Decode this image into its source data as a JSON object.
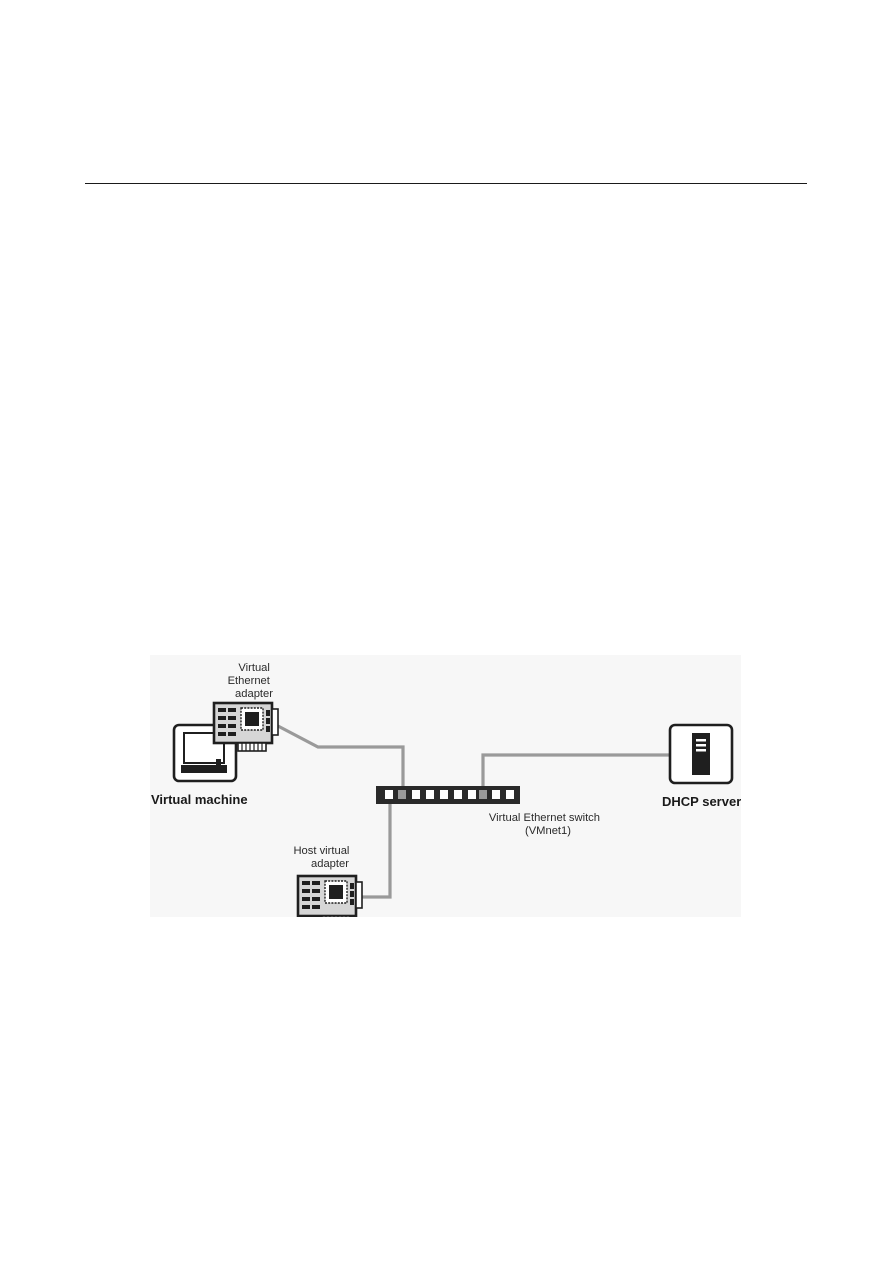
{
  "diagram": {
    "nodes": {
      "virtual_ethernet_adapter": {
        "label_lines": [
          "Virtual",
          "Ethernet",
          "adapter"
        ]
      },
      "virtual_machine": {
        "label": "Virtual machine"
      },
      "virtual_switch": {
        "label_lines": [
          "Virtual Ethernet switch",
          "(VMnet1)"
        ]
      },
      "host_virtual_adapter": {
        "label_lines": [
          "Host virtual",
          "adapter"
        ]
      },
      "dhcp_server": {
        "label": "DHCP server"
      }
    },
    "edges": [
      {
        "from": "virtual_ethernet_adapter",
        "to": "virtual_switch"
      },
      {
        "from": "host_virtual_adapter",
        "to": "virtual_switch"
      },
      {
        "from": "dhcp_server",
        "to": "virtual_switch"
      }
    ],
    "colors": {
      "cable": "#9a9a9a",
      "switch_body": "#2a2a2a",
      "card": "#d6d6d6",
      "ink": "#1f1f1f"
    }
  }
}
